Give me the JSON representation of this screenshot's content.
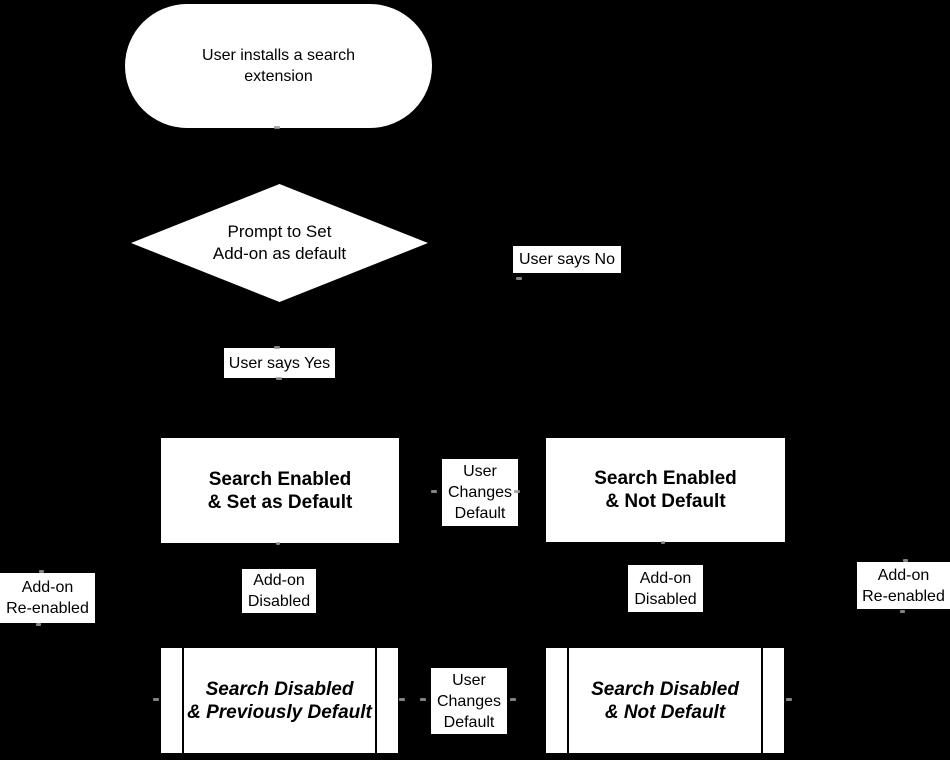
{
  "theme": {
    "background": "#000000",
    "node_fill": "#ffffff",
    "text_color": "#000000"
  },
  "diagram": {
    "nodes": {
      "start": {
        "shape": "stadium",
        "text": "User installs a search\nextension"
      },
      "decision": {
        "shape": "diamond",
        "text": "Prompt to Set\nAdd-on as default"
      },
      "enabled_default": {
        "shape": "rect",
        "text": "Search Enabled\n& Set as Default"
      },
      "enabled_not_default": {
        "shape": "rect",
        "text": "Search Enabled\n& Not Default"
      },
      "disabled_prev_default": {
        "shape": "subroutine",
        "text": "Search Disabled\n& Previously Default"
      },
      "disabled_not_default": {
        "shape": "subroutine",
        "text": "Search Disabled\n& Not Default"
      }
    },
    "edge_labels": {
      "user_says_no": "User says No",
      "user_says_yes": "User says Yes",
      "user_changes_default_top": "User\nChanges\nDefault",
      "user_changes_default_bottom": "User\nChanges\nDefault",
      "addon_reenabled_left": "Add-on\nRe-enabled",
      "addon_disabled_left": "Add-on\nDisabled",
      "addon_disabled_right": "Add-on\nDisabled",
      "addon_reenabled_right": "Add-on\nRe-enabled"
    }
  }
}
